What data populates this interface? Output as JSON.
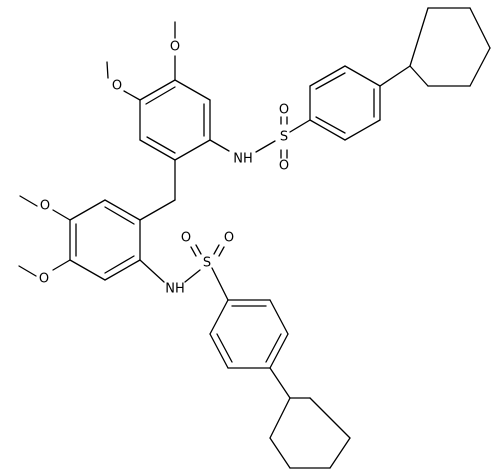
{
  "molecule": {
    "atom_labels": {
      "o_upper_ome4_top": "O",
      "o_upper_ome5_left": "O",
      "n_upper": "NH",
      "s_upper": "S",
      "o_upper_s_top": "O",
      "o_upper_s_bottom": "O",
      "o_lower_ome4_top": "O",
      "o_lower_ome5_bottom": "O",
      "n_lower": "NH",
      "s_lower": "S",
      "o_lower_s_left": "O",
      "o_lower_s_right": "O"
    },
    "colors": {
      "bond": "#000000",
      "label": "#000000",
      "background": "#ffffff"
    }
  }
}
